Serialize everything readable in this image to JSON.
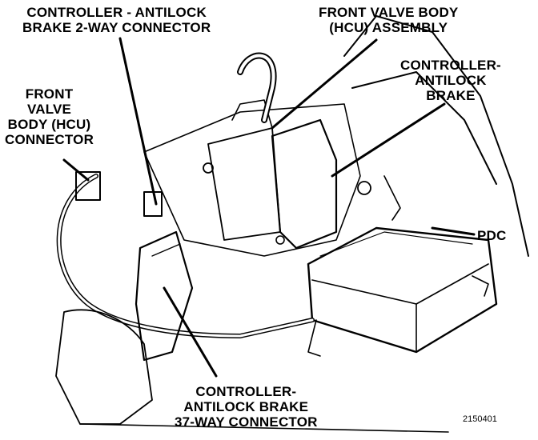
{
  "labels": {
    "ctrl_2way": [
      "CONTROLLER - ANTILOCK",
      "BRAKE 2-WAY CONNECTOR"
    ],
    "front_valve_assembly": [
      "FRONT VALVE BODY",
      "(HCU) ASSEMBLY"
    ],
    "controller_antilock": [
      "CONTROLLER-",
      "ANTILOCK",
      "BRAKE"
    ],
    "front_valve_connector": [
      "FRONT",
      "VALVE",
      "BODY (HCU)",
      "CONNECTOR"
    ],
    "pdc": "PDC",
    "ctrl_37way": [
      "CONTROLLER-",
      "ANTILOCK BRAKE",
      "37-WAY CONNECTOR"
    ]
  },
  "figure_number": "2150401"
}
